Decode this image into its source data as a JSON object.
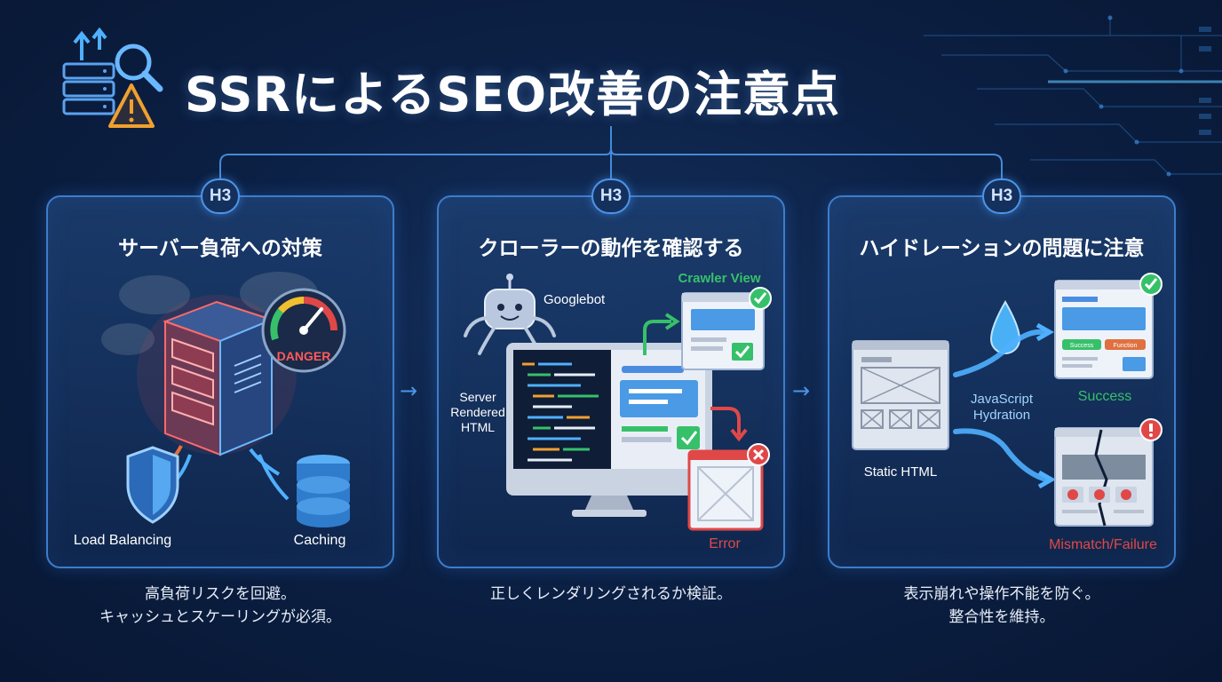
{
  "title": "SSRによるSEO改善の注意点",
  "cards": [
    {
      "badge": "H3",
      "title": "サーバー負荷への対策",
      "labels": {
        "gauge": "DANGER",
        "left": "Load Balancing",
        "right": "Caching"
      },
      "caption": [
        "高負荷リスクを回避。",
        "キャッシュとスケーリングが必須。"
      ]
    },
    {
      "badge": "H3",
      "title": "クローラーの動作を確認する",
      "labels": {
        "bot": "Googlebot",
        "crawler_view": "Crawler View",
        "server_line1": "Server",
        "server_line2": "Rendered",
        "server_line3": "HTML",
        "error": "Error"
      },
      "caption": [
        "正しくレンダリングされるか検証。"
      ]
    },
    {
      "badge": "H3",
      "title": "ハイドレーションの問題に注意",
      "labels": {
        "static_html": "Static HTML",
        "js_line1": "JavaScript",
        "js_line2": "Hydration",
        "success": "Success",
        "success_btn": "Success",
        "function_btn": "Function",
        "failure": "Mismatch/Failure"
      },
      "caption": [
        "表示崩れや操作不能を防ぐ。",
        "整合性を維持。"
      ]
    }
  ],
  "colors": {
    "accent": "#4d95e8",
    "success": "#37c06a",
    "danger": "#e04848",
    "warning": "#f0a030"
  },
  "icons": [
    "server-search-warning-icon",
    "server-overload-icon",
    "gauge-icon",
    "shield-icon",
    "database-icon",
    "robot-icon",
    "monitor-icon",
    "checkmark-icon",
    "error-icon",
    "water-drop-icon"
  ]
}
